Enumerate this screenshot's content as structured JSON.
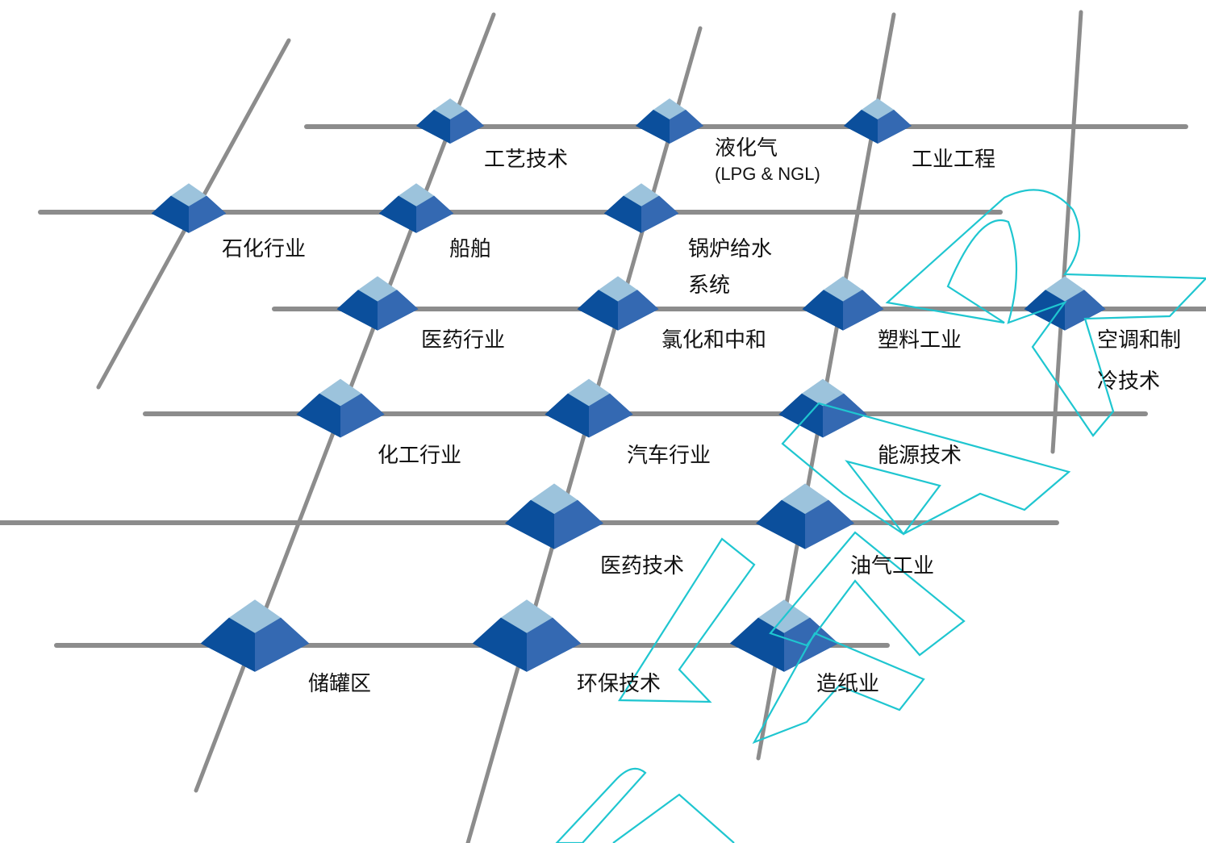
{
  "colors": {
    "line": "#8c8c8c",
    "node_top": "#9cc3dc",
    "node_left": "#0b4f9c",
    "node_right": "#3469b2",
    "watermark": "#1fc6d0"
  },
  "icons": {
    "node": "blue-pyramid-node-icon",
    "watermark": "watermark-logo"
  },
  "labels": {
    "process_tech": "工艺技术",
    "lpg_line1": "液化气",
    "lpg_line2": "(LPG & NGL)",
    "industrial_eng": "工业工程",
    "petrochem": "石化行业",
    "ship": "船舶",
    "boiler_line1": "锅炉给水",
    "boiler_line2": "系统",
    "pharma_industry": "医药行业",
    "chlorination": "氯化和中和",
    "plastics": "塑料工业",
    "hvac_line1": "空调和制",
    "hvac_line2": "冷技术",
    "chemical": "化工行业",
    "automotive": "汽车行业",
    "energy": "能源技术",
    "pharma_tech": "医药技术",
    "oil_gas": "油气工业",
    "tank_farm": "储罐区",
    "environmental": "环保技术",
    "paper": "造纸业"
  }
}
